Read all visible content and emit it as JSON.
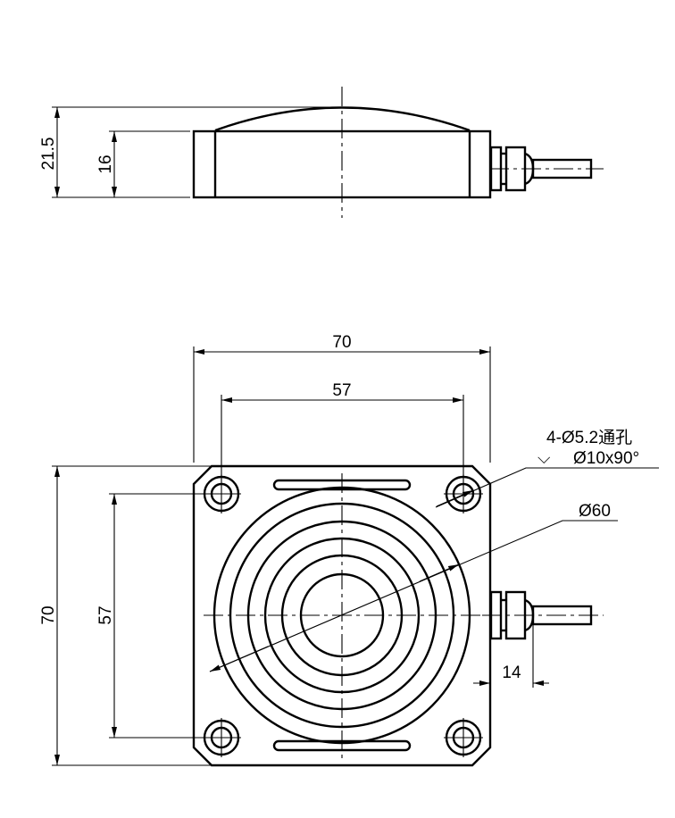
{
  "side_view": {
    "dim_total_height": "21.5",
    "dim_body_height": "16"
  },
  "front_view": {
    "dim_width_outer": "70",
    "dim_width_holes": "57",
    "dim_height_outer": "70",
    "dim_height_holes": "57",
    "dim_connector": "14",
    "hole_note_line1": "4-Ø5.2通孔",
    "hole_note_line2": "Ø10x90°",
    "countersink_symbol": "⌵",
    "dim_diameter": "Ø60"
  }
}
